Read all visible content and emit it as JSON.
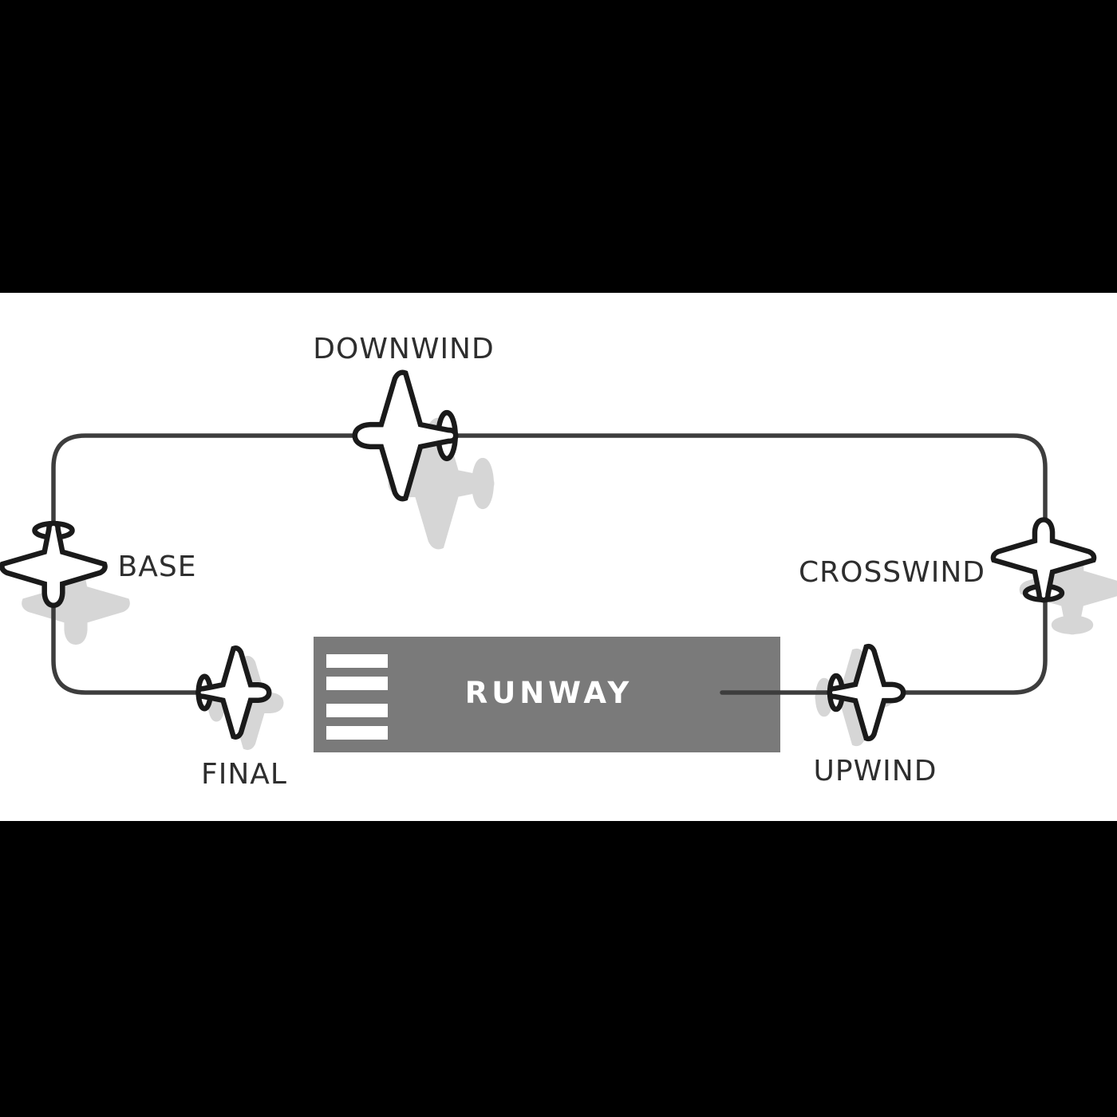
{
  "diagram": {
    "type": "airport-traffic-pattern",
    "runway_label": "RUNWAY",
    "legs": [
      {
        "id": "downwind",
        "label": "DOWNWIND",
        "plane_heading": "left"
      },
      {
        "id": "base",
        "label": "BASE",
        "plane_heading": "down"
      },
      {
        "id": "crosswind",
        "label": "CROSSWIND",
        "plane_heading": "up"
      },
      {
        "id": "final",
        "label": "FINAL",
        "plane_heading": "right"
      },
      {
        "id": "upwind",
        "label": "UPWIND",
        "plane_heading": "right"
      }
    ],
    "colors": {
      "letterbox": "#000000",
      "canvas": "#ffffff",
      "pattern_line": "#3d3d3d",
      "plane_fill": "#ffffff",
      "plane_stroke": "#1a1a1a",
      "plane_shadow": "#d6d6d6",
      "runway_fill": "#7a7a7a",
      "runway_text": "#ffffff",
      "label_text": "#2e2e2e"
    }
  }
}
